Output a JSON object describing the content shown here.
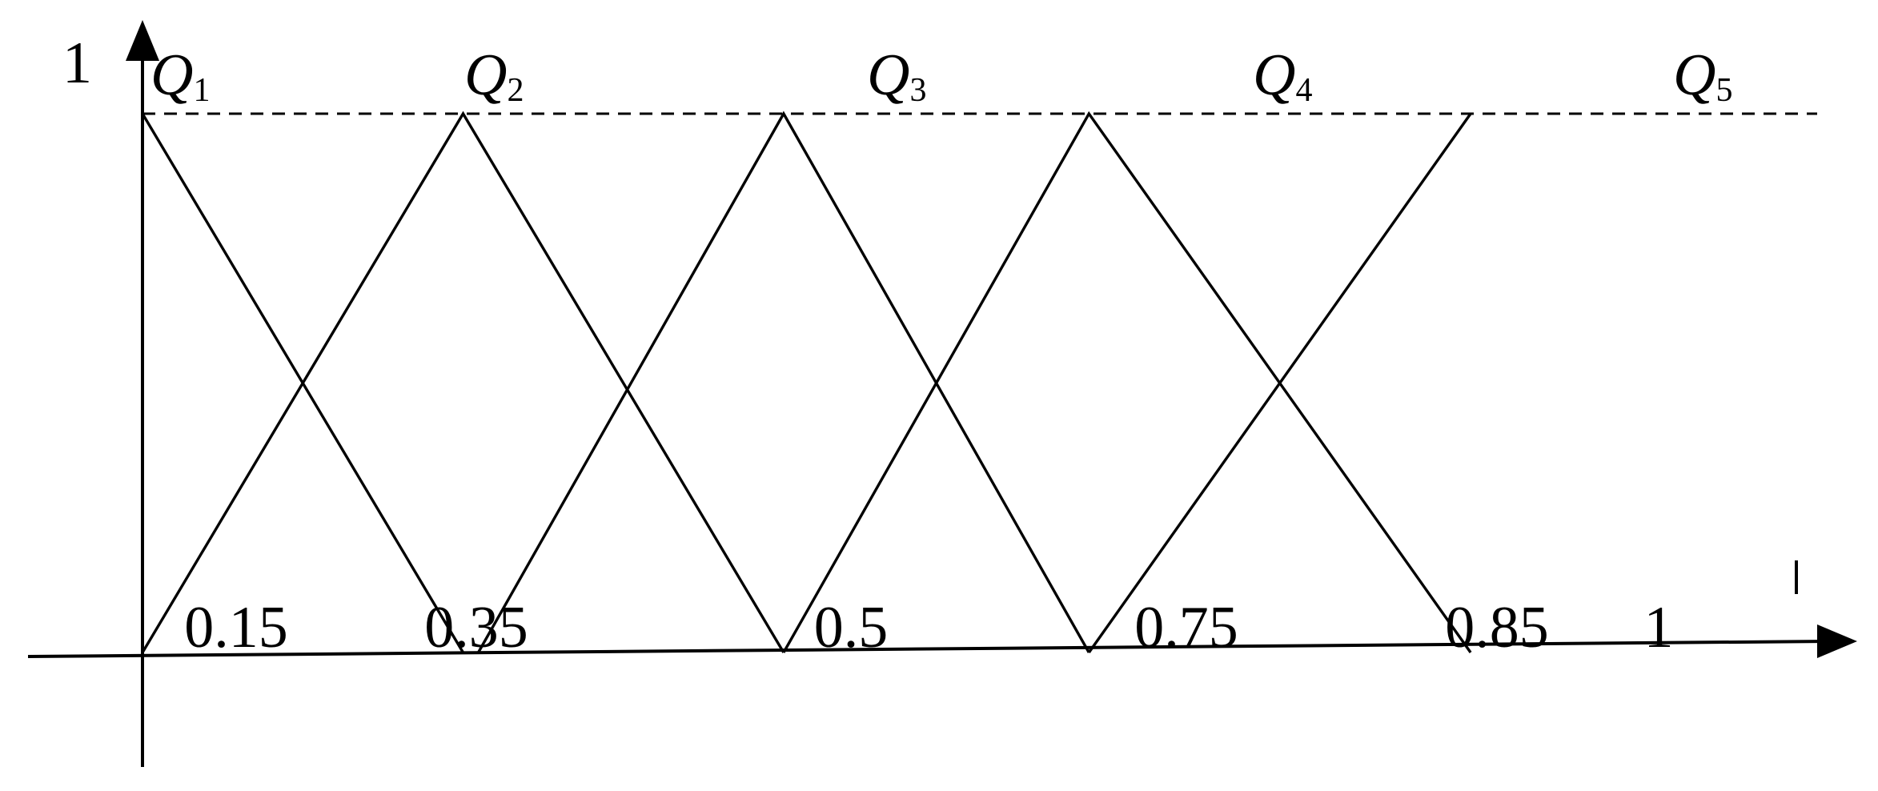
{
  "chart_data": {
    "type": "line",
    "title": "",
    "xlabel": "",
    "ylabel": "",
    "xlim": [
      0,
      1.07
    ],
    "ylim": [
      0,
      1.1
    ],
    "y_tick_labels": [
      "1"
    ],
    "x_tick_labels": [
      "0.15",
      "0.35",
      "0.5",
      "0.75",
      "0.85",
      "1"
    ],
    "reference_line": {
      "y": 1,
      "style": "dashed"
    },
    "grid": false,
    "legend": "none",
    "series": [
      {
        "name": "Q",
        "sub": "1",
        "x": [
          0,
          0.21
        ],
        "y": [
          1,
          0
        ]
      },
      {
        "name": "Q",
        "sub": "2",
        "x": [
          0,
          0.21,
          0.42
        ],
        "y": [
          0,
          1,
          0
        ]
      },
      {
        "name": "Q",
        "sub": "3",
        "x": [
          0.22,
          0.42,
          0.62
        ],
        "y": [
          0,
          1,
          0
        ]
      },
      {
        "name": "Q",
        "sub": "4",
        "x": [
          0.42,
          0.62,
          0.87
        ],
        "y": [
          0,
          1,
          0
        ]
      },
      {
        "name": "Q",
        "sub": "5",
        "x": [
          0.62,
          0.87
        ],
        "y": [
          0,
          1
        ]
      }
    ],
    "colors": {
      "line": "#000000",
      "background": "#ffffff"
    }
  }
}
